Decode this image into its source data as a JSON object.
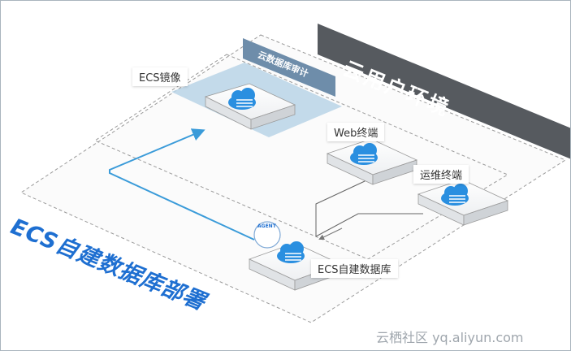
{
  "labels": {
    "cloud_env": "云用户环境",
    "audit_product": "云数据库审计",
    "ecs_image": "ECS镜像",
    "web_terminal": "Web终端",
    "ops_terminal": "运维终端",
    "agent": "AGENT",
    "ecs_database": "ECS自建数据库",
    "deployment_title": "ECS自建数据库部署",
    "watermark": "云栖社区 yq.aliyun.com"
  },
  "colors": {
    "primary_blue": "#1e6fd1",
    "cloud_icon_blue": "#2a8fe0",
    "dark_banner": "#565a5f",
    "audit_tag": "#6e8daa",
    "highlight_zone": "#b9d3e6",
    "arrow_blue": "#3a9bd9"
  },
  "icons": [
    "cloud-server-icon",
    "cloud-server-icon",
    "cloud-server-icon",
    "cloud-server-icon"
  ]
}
